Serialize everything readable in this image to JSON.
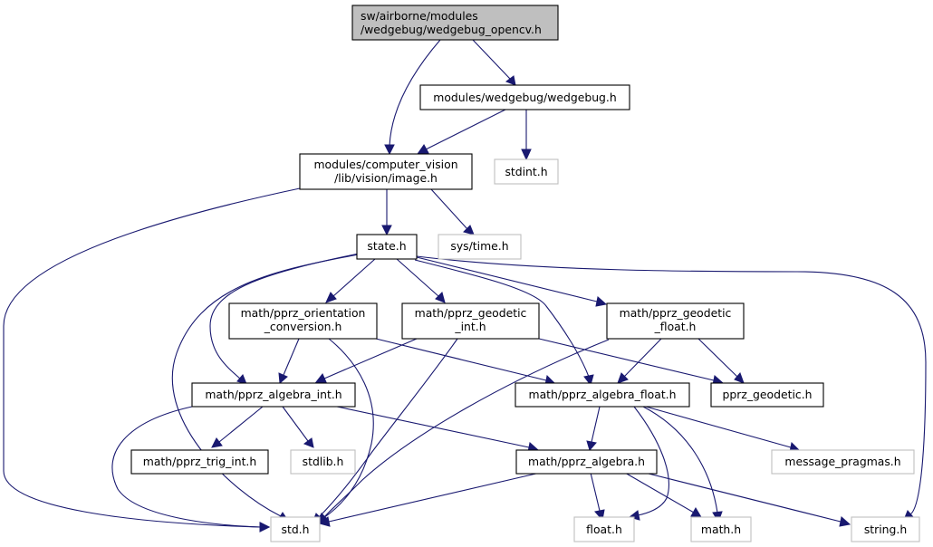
{
  "colors": {
    "edge": "#191970",
    "root_fill": "#bfbfbf",
    "documented_border": "#000000",
    "external_border": "#bfbfbf"
  },
  "nodes": {
    "root": [
      "sw/airborne/modules",
      "/wedgebug/wedgebug_opencv.h"
    ],
    "wedgebug": [
      "modules/wedgebug/wedgebug.h"
    ],
    "image": [
      "modules/computer_vision",
      "/lib/vision/image.h"
    ],
    "stdint": [
      "stdint.h"
    ],
    "state": [
      "state.h"
    ],
    "systime": [
      "sys/time.h"
    ],
    "orient": [
      "math/pprz_orientation",
      "_conversion.h"
    ],
    "geo_int": [
      "math/pprz_geodetic",
      "_int.h"
    ],
    "geo_float": [
      "math/pprz_geodetic",
      "_float.h"
    ],
    "alg_int": [
      "math/pprz_algebra_int.h"
    ],
    "alg_float": [
      "math/pprz_algebra_float.h"
    ],
    "pprz_geodetic": [
      "pprz_geodetic.h"
    ],
    "trig_int": [
      "math/pprz_trig_int.h"
    ],
    "stdlib": [
      "stdlib.h"
    ],
    "alg": [
      "math/pprz_algebra.h"
    ],
    "msg_pragmas": [
      "message_pragmas.h"
    ],
    "std": [
      "std.h"
    ],
    "float": [
      "float.h"
    ],
    "math": [
      "math.h"
    ],
    "string": [
      "string.h"
    ]
  }
}
